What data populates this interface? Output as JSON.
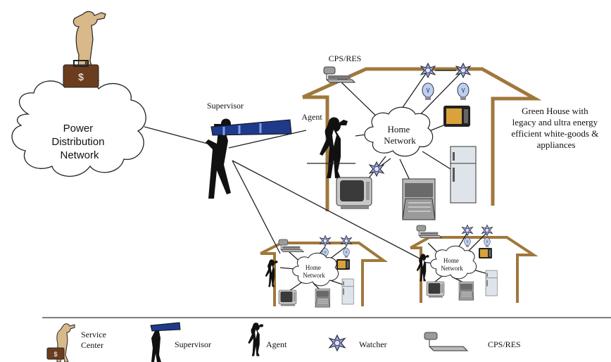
{
  "labels": {
    "power_network": [
      "Power",
      "Distribution",
      "Network"
    ],
    "supervisor": "Supervisor",
    "cps_res_top": "CPS/RES",
    "agent": "Agent",
    "home_network_big": [
      "Home",
      "Network"
    ],
    "home_network_small": [
      "Home",
      "Network"
    ],
    "green_house": [
      "Green House with",
      "legacy and ultra energy",
      "efficient white-goods &",
      "appliances"
    ]
  },
  "legend": {
    "service_center": [
      "Service",
      "Center"
    ],
    "supervisor": "Supervisor",
    "agent": "Agent",
    "watcher": "Watcher",
    "cps_res": "CPS/RES"
  },
  "colors": {
    "house_outline": "#a0783c",
    "line": "#222222",
    "telescope": "#1f3a8a",
    "briefcase": "#6b3d1e",
    "watcher": "#9aa6ee",
    "bulb": "#bcd0f2"
  }
}
